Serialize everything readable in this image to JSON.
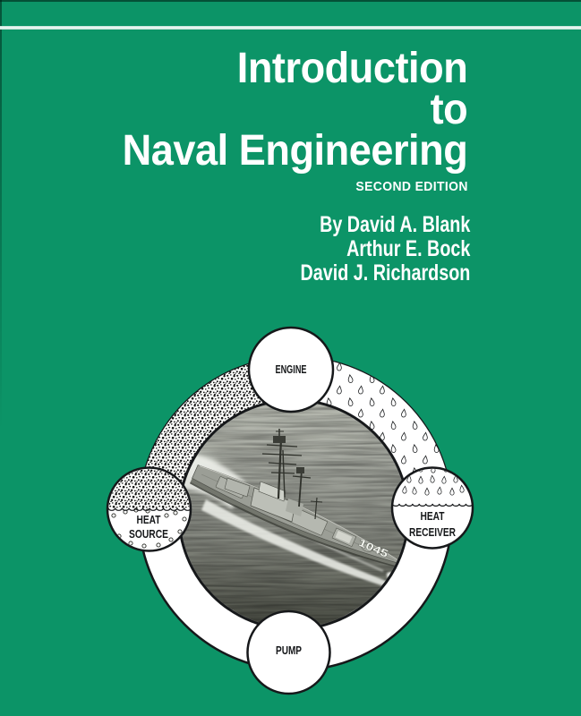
{
  "cover": {
    "title_lines": [
      "Introduction",
      "to",
      "Naval Engineering"
    ],
    "edition": "SECOND EDITION",
    "authors": [
      "By David A. Blank",
      "Arthur E. Bock",
      "David J. Richardson"
    ]
  },
  "diagram": {
    "engine_label": "ENGINE",
    "heat_source_label_1": "HEAT",
    "heat_source_label_2": "SOURCE",
    "heat_receiver_label_1": "HEAT",
    "heat_receiver_label_2": "RECEIVER",
    "pump_label": "PUMP",
    "ship_hull_number": "1045"
  },
  "colors": {
    "background": "#0c9467",
    "rule": "#f2fbf7",
    "title_text": "#ffffff",
    "diagram_outline": "#16181a"
  }
}
